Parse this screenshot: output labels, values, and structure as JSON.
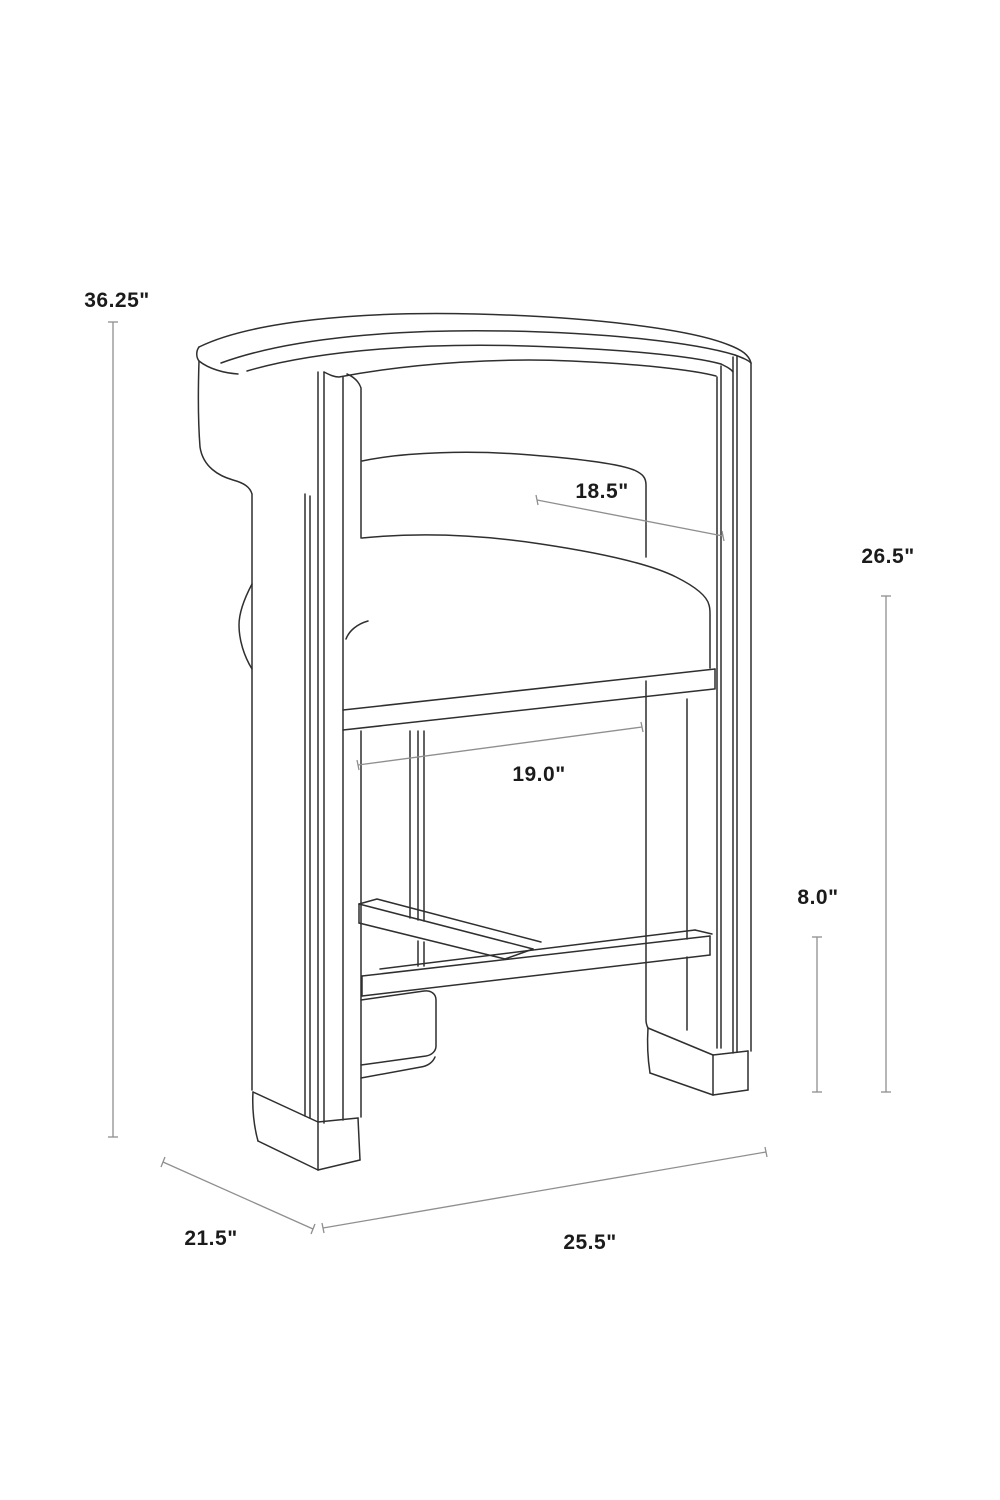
{
  "figure": {
    "subject": "curved-back counter stool line drawing",
    "style": "isometric technical dimension diagram"
  },
  "colors": {
    "background": "#ffffff",
    "drawing_line": "#2f2f2f",
    "dimension_line": "#8f8f8f",
    "label_text": "#1b1b1b"
  },
  "dimensions": {
    "overall_height": {
      "label": "36.25\"",
      "value": 36.25,
      "unit": "in"
    },
    "back_width": {
      "label": "18.5\"",
      "value": 18.5,
      "unit": "in"
    },
    "seat_height": {
      "label": "26.5\"",
      "value": 26.5,
      "unit": "in"
    },
    "seat_width": {
      "label": "19.0\"",
      "value": 19.0,
      "unit": "in"
    },
    "footrest_height": {
      "label": "8.0\"",
      "value": 8.0,
      "unit": "in"
    },
    "overall_depth": {
      "label": "21.5\"",
      "value": 21.5,
      "unit": "in"
    },
    "overall_width": {
      "label": "25.5\"",
      "value": 25.5,
      "unit": "in"
    }
  }
}
